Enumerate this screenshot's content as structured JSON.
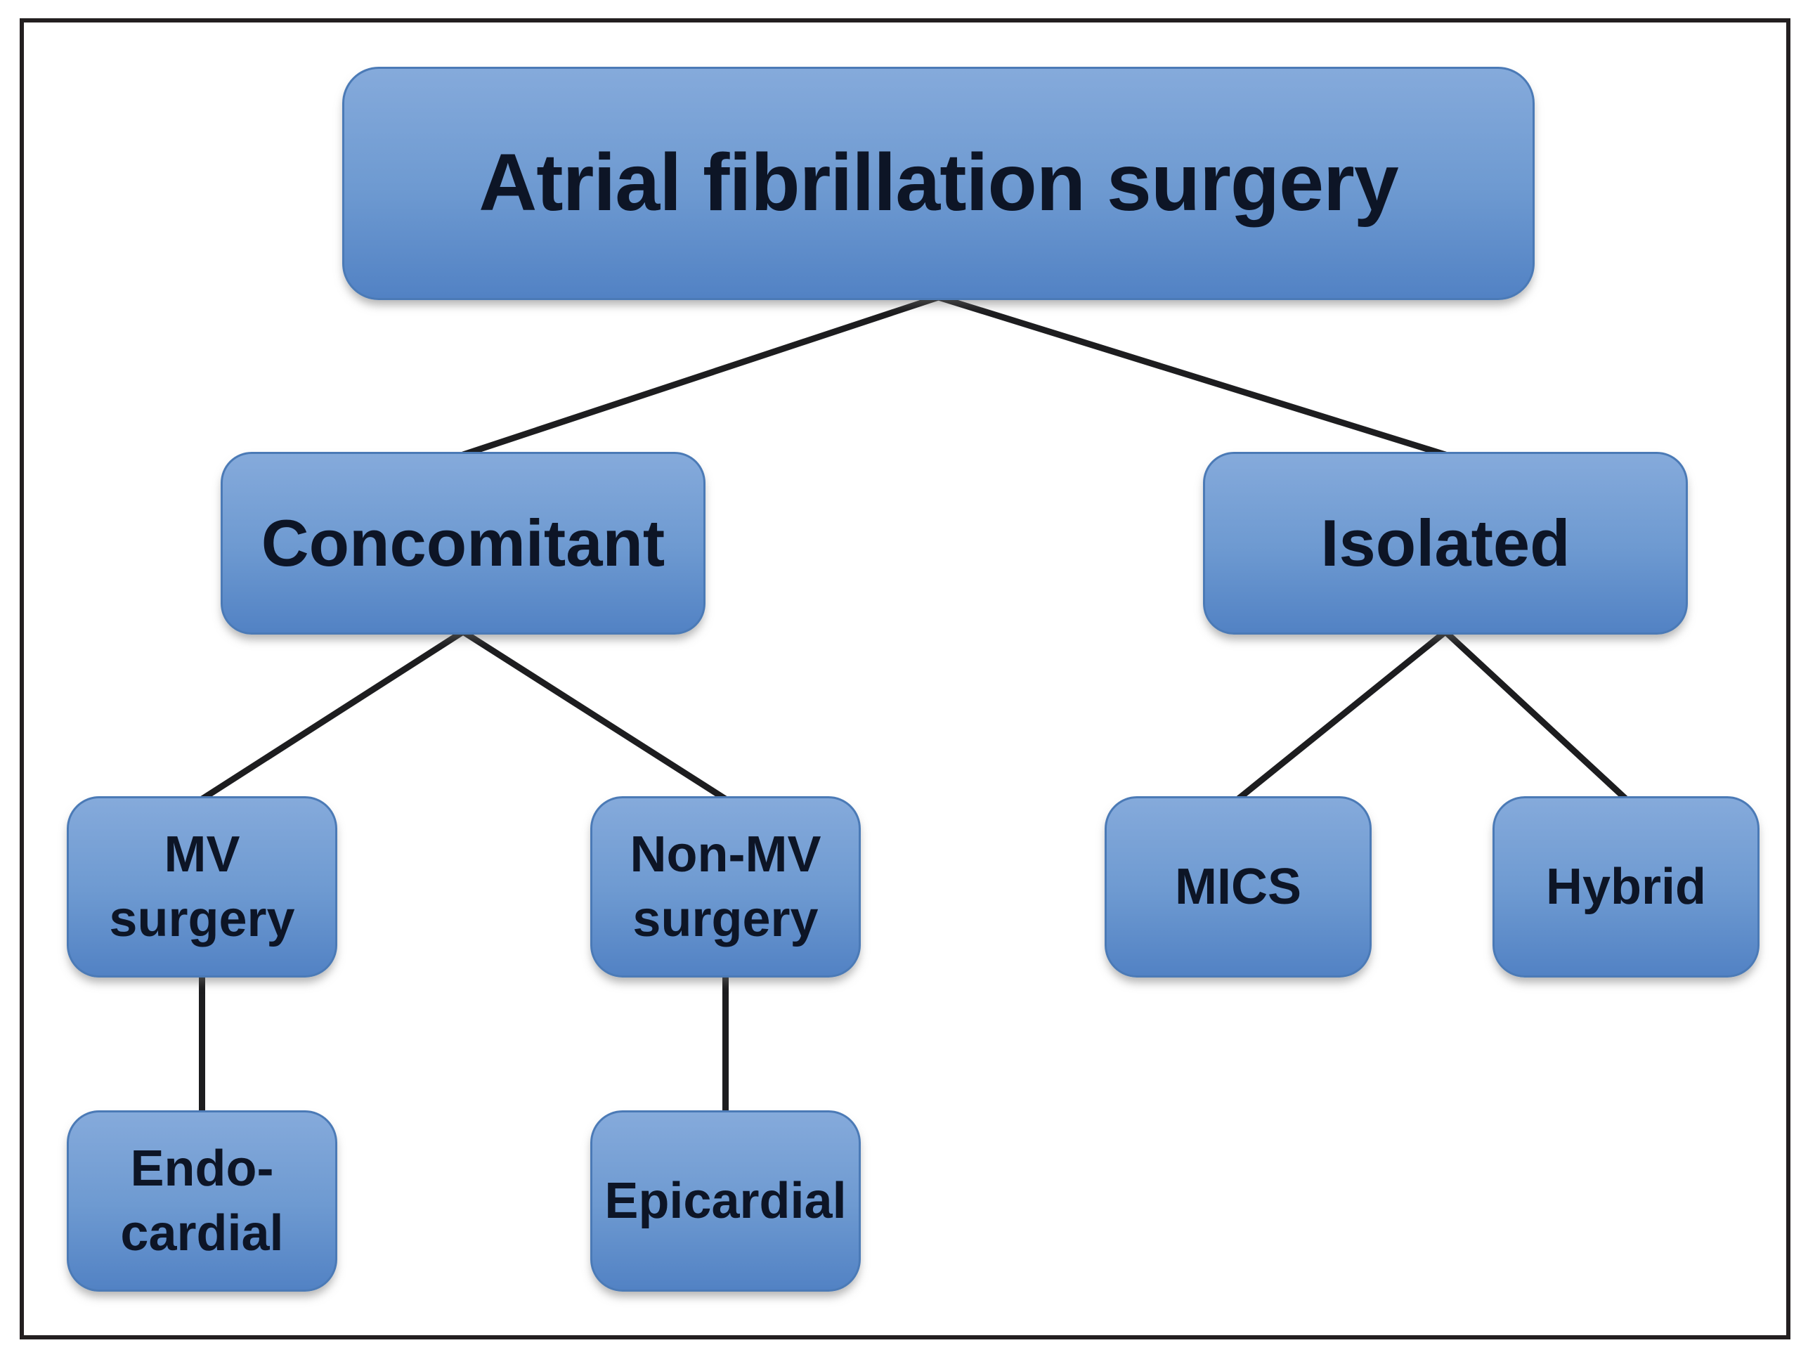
{
  "diagram": {
    "title": "Atrial fibrillation surgery",
    "nodes": {
      "root": {
        "label": "Atrial fibrillation surgery"
      },
      "concomitant": {
        "label": "Concomitant"
      },
      "isolated": {
        "label": "Isolated"
      },
      "mv_surgery": {
        "label": "MV\nsurgery"
      },
      "non_mv_surgery": {
        "label": "Non-MV\nsurgery"
      },
      "mics": {
        "label": "MICS"
      },
      "hybrid": {
        "label": "Hybrid"
      },
      "endocardial": {
        "label": "Endo-\ncardial"
      },
      "epicardial": {
        "label": "Epicardial"
      }
    },
    "edges": [
      {
        "from": "root",
        "to": "concomitant"
      },
      {
        "from": "root",
        "to": "isolated"
      },
      {
        "from": "concomitant",
        "to": "mv_surgery"
      },
      {
        "from": "concomitant",
        "to": "non_mv_surgery"
      },
      {
        "from": "isolated",
        "to": "mics"
      },
      {
        "from": "isolated",
        "to": "hybrid"
      },
      {
        "from": "mv_surgery",
        "to": "endocardial"
      },
      {
        "from": "non_mv_surgery",
        "to": "epicardial"
      }
    ],
    "colors": {
      "background": "#ffffff",
      "frame_border": "#231f20",
      "connector": "#1d1d1f",
      "box_fill_top": "#85aadb",
      "box_fill_mid": "#6e9ad1",
      "box_fill_bottom": "#5282c4",
      "box_border": "#4b7ab6",
      "text": "#0d1526"
    }
  }
}
